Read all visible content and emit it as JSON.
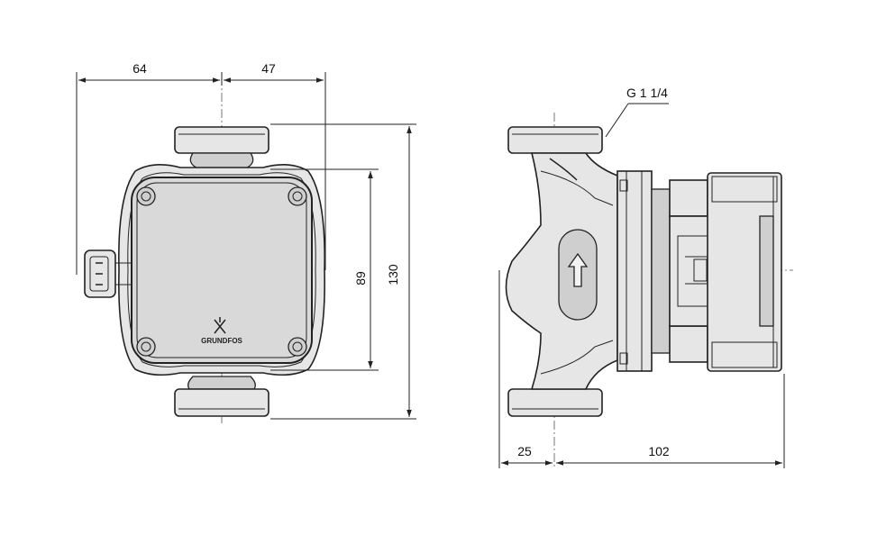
{
  "dimensions": {
    "left_width": "64",
    "right_width": "47",
    "face_height": "89",
    "total_height": "130",
    "inlet_depth": "25",
    "body_length": "102",
    "thread_label": "G 1 1/4"
  },
  "brand": {
    "logo_text": "GRUNDFOS"
  }
}
